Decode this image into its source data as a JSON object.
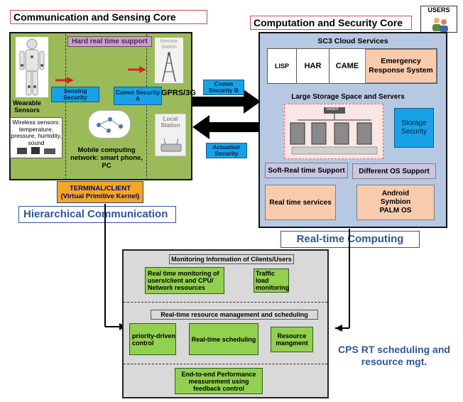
{
  "comm_core": {
    "title": "Communication and Sensing Core",
    "hard_rt": "Hard real time support",
    "wearable": "Wearable Sensors",
    "sensing_security": "Sensing Security",
    "comm_security_a": "Comm Security A",
    "remote_station": "Remote Station",
    "gprs": "GPRS/3G",
    "local_station": "Local Station",
    "wireless_sensors": "Wireless sensors: temperature, pressure, humidity, sound",
    "mobile_network": "Mobile computing network: smart phone, PC",
    "terminal_line1": "TERMINAL/CLIENT",
    "terminal_line2": "(Virtual Primitive Kernel)"
  },
  "hier_label": "Hierarchical Communication",
  "arrows": {
    "comm_security_b": "Comm Security B",
    "actuation_security": "Actuation Security"
  },
  "comp_core": {
    "title": "Computation and Security Core",
    "users": "USERS",
    "cloud_title": "SC3 Cloud Services",
    "services": [
      "LISP",
      "HAR",
      "CAME"
    ],
    "emergency": "Emergency Response System",
    "storage_title": "Large Storage Space and Servers",
    "switch_label": "Switch",
    "storage_security": "Storage Security",
    "soft_rt": "Soft-Real time Support",
    "diff_os": "Different OS Support",
    "rt_services": "Real time services",
    "os_list": [
      "Android",
      "Symbion",
      "PALM OS"
    ]
  },
  "rt_label": "Real-time Computing",
  "monitor": {
    "section1_title": "Monitoring Information of Clients/Users",
    "rt_monitoring": "Real time monitoring of users/client and CPU/ Network resources",
    "traffic": "Traffic load monitoring",
    "section2_title": "Real-time resource management and scheduling",
    "priority": "priority-driven control",
    "rt_scheduling": "Real-time scheduling",
    "resource": "Resource mangment",
    "e2e": "End-to-end Performance measurement using feedback control"
  },
  "cps_label": "CPS RT scheduling and resource mgt.",
  "colors": {
    "green_panel": "#9bbb59",
    "blue_panel": "#b7c9e2",
    "cyan_box": "#17a2e6",
    "peach_box": "#f8cbad",
    "lavender_box": "#c9c6e2",
    "terminal_orange": "#f5a623",
    "gray_panel": "#d9d9d9",
    "label_blue": "#2f5597"
  }
}
